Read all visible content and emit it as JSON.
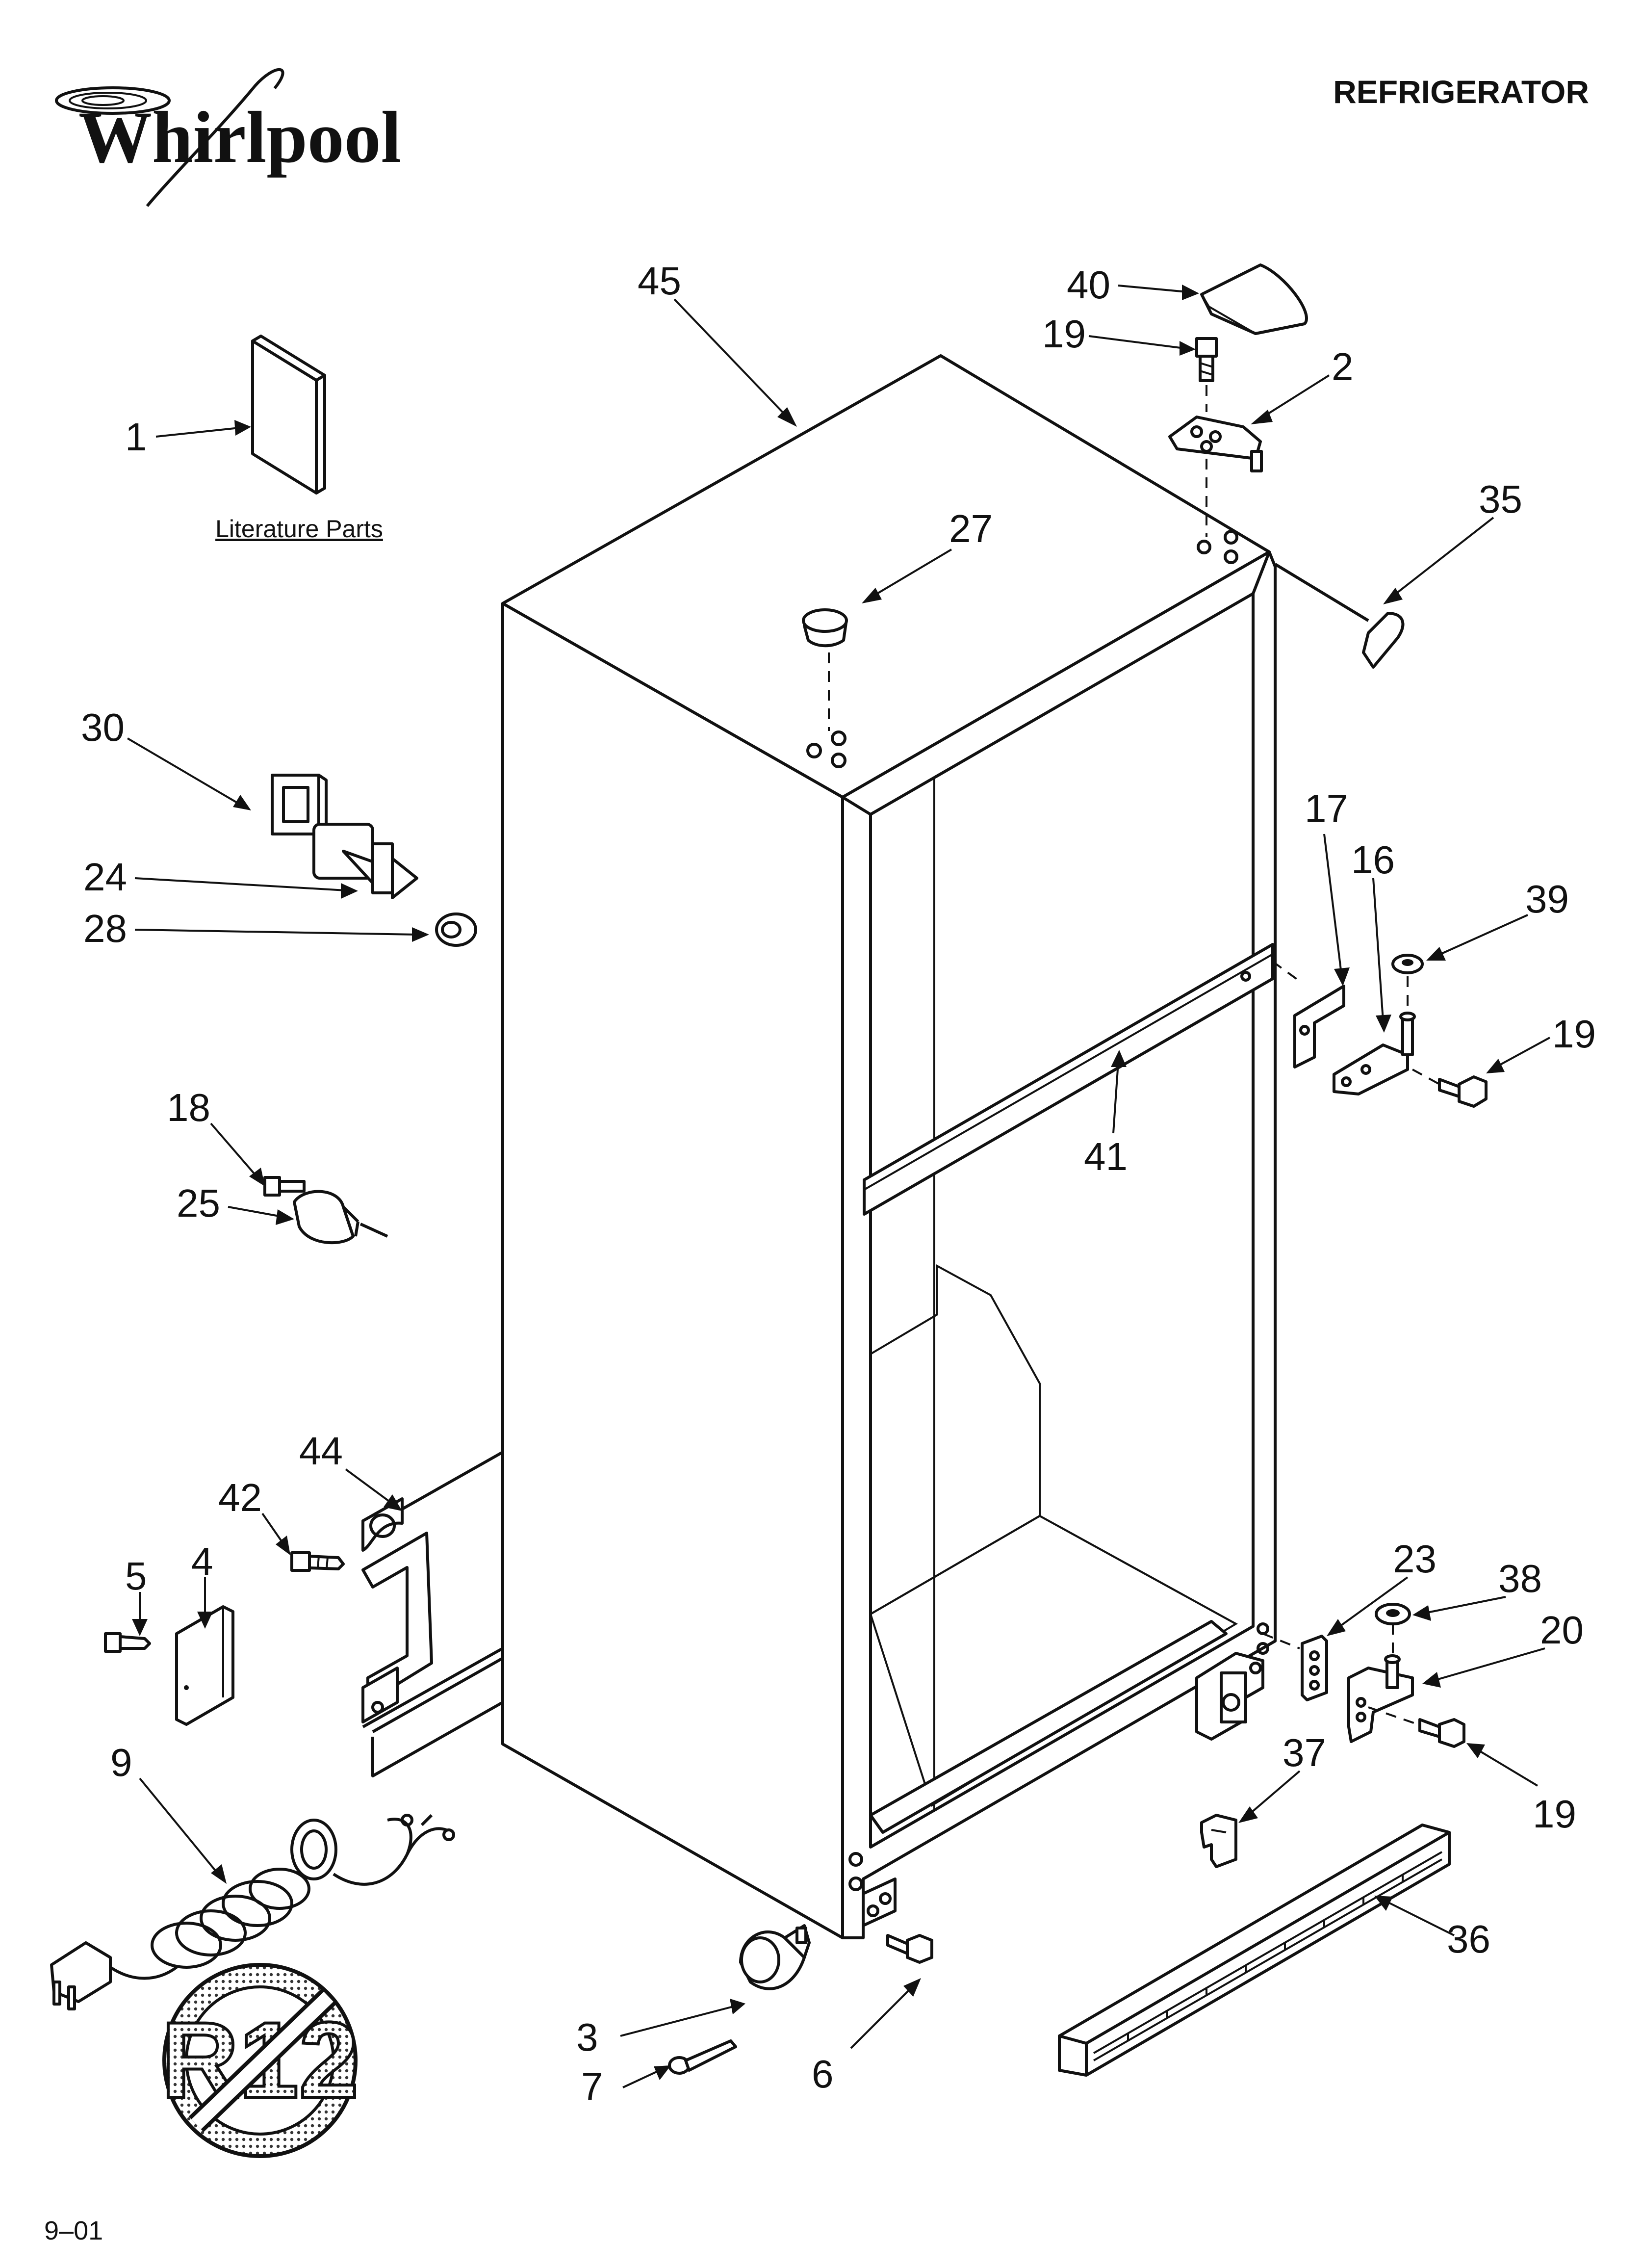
{
  "header": {
    "brand": "Whirlpool",
    "section_title": "REFRIGERATOR"
  },
  "literature_label": "Literature Parts",
  "footer": {
    "date_code": "9–01"
  },
  "r12_badge": "R12",
  "callouts": [
    {
      "id": "c45",
      "text": "45"
    },
    {
      "id": "c40",
      "text": "40"
    },
    {
      "id": "c19a",
      "text": "19"
    },
    {
      "id": "c2",
      "text": "2"
    },
    {
      "id": "c1",
      "text": "1"
    },
    {
      "id": "c27",
      "text": "27"
    },
    {
      "id": "c35",
      "text": "35"
    },
    {
      "id": "c30",
      "text": "30"
    },
    {
      "id": "c24",
      "text": "24"
    },
    {
      "id": "c28",
      "text": "28"
    },
    {
      "id": "c17",
      "text": "17"
    },
    {
      "id": "c16",
      "text": "16"
    },
    {
      "id": "c39",
      "text": "39"
    },
    {
      "id": "c19b",
      "text": "19"
    },
    {
      "id": "c41",
      "text": "41"
    },
    {
      "id": "c18",
      "text": "18"
    },
    {
      "id": "c25",
      "text": "25"
    },
    {
      "id": "c44",
      "text": "44"
    },
    {
      "id": "c42",
      "text": "42"
    },
    {
      "id": "c5",
      "text": "5"
    },
    {
      "id": "c4",
      "text": "4"
    },
    {
      "id": "c23",
      "text": "23"
    },
    {
      "id": "c38",
      "text": "38"
    },
    {
      "id": "c20",
      "text": "20"
    },
    {
      "id": "c37",
      "text": "37"
    },
    {
      "id": "c19c",
      "text": "19"
    },
    {
      "id": "c9",
      "text": "9"
    },
    {
      "id": "c36",
      "text": "36"
    },
    {
      "id": "c3",
      "text": "3"
    },
    {
      "id": "c7",
      "text": "7"
    },
    {
      "id": "c6",
      "text": "6"
    }
  ]
}
